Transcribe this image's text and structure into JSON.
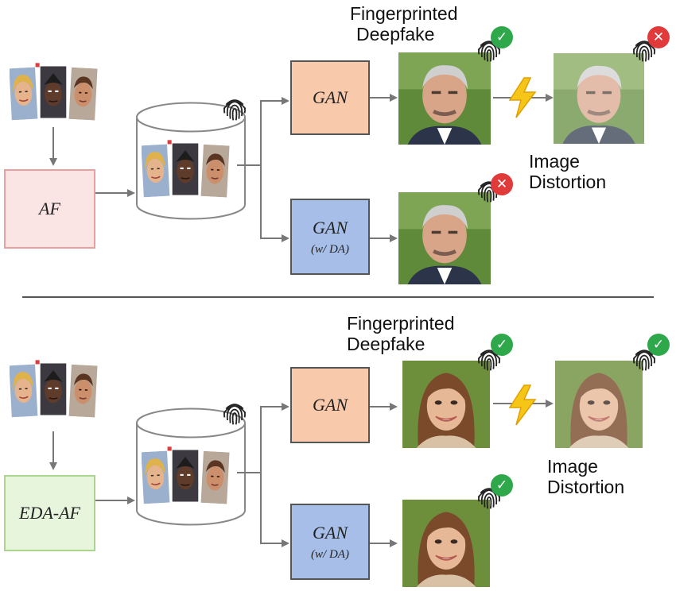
{
  "top": {
    "method_label": "AF",
    "gan_label": "GAN",
    "gan_da_label": "GAN",
    "gan_da_sub": "(w/ DA)",
    "fp_line1": "Fingerprinted",
    "fp_line2": "Deepfake",
    "dist_line1": "Image",
    "dist_line2": "Distortion",
    "gan_result": "ok",
    "distortion_result": "bad",
    "gan_da_result": "bad"
  },
  "bottom": {
    "method_label": "EDA-AF",
    "gan_label": "GAN",
    "gan_da_label": "GAN",
    "gan_da_sub": "(w/ DA)",
    "fp_line1": "Fingerprinted",
    "fp_line2": "Deepfake",
    "dist_line1": "Image",
    "dist_line2": "Distortion",
    "gan_result": "ok",
    "distortion_result": "ok",
    "gan_da_result": "ok"
  },
  "colors": {
    "af_fill": "#fbe4e4",
    "edaaf_fill": "#e6f5dc",
    "gan_fill": "#f8c9ab",
    "gan_da_fill": "#a7bfe8",
    "check": "#2ea84a",
    "cross": "#e03a3a",
    "lightning": "#f5c518"
  },
  "icons": [
    "fingerprint-icon",
    "check-icon",
    "cross-icon",
    "lightning-icon",
    "database-icon",
    "face-image"
  ]
}
